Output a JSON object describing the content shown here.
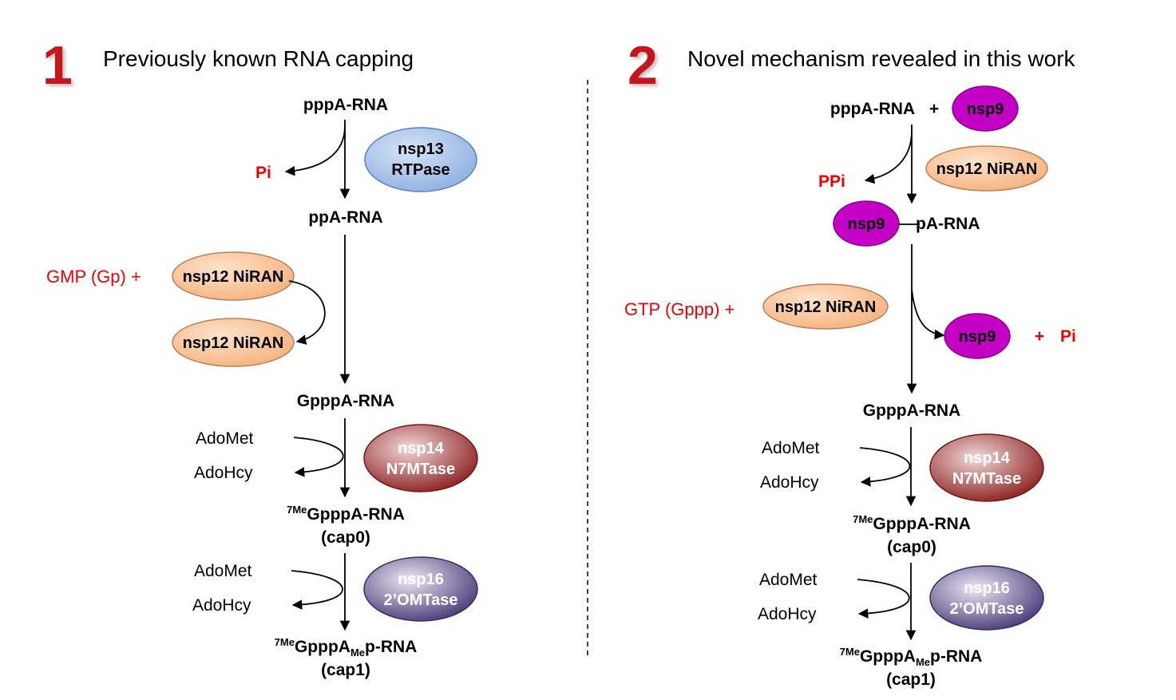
{
  "colors": {
    "number_red": "#c4161c",
    "text_red": "#ee0000",
    "nsp13_fill": "#9dbbe6",
    "niran_fill": "#f9c49a",
    "nsp14_fill": "#a33a3a",
    "nsp16_fill": "#6e5a94",
    "nsp9_fill": "#c300c3"
  },
  "panel1": {
    "number": "1",
    "heading": "Previously known RNA capping",
    "pppA": "pppA-RNA",
    "pi": "Pi",
    "nsp13": {
      "line1": "nsp13",
      "line2": "RTPase"
    },
    "ppA": "ppA-RNA",
    "gmp": "GMP (Gp) +",
    "niran_top": "nsp12 NiRAN",
    "niran_bottom": "nsp12 NiRAN",
    "gpppA": "GpppA-RNA",
    "adomet1": "AdoMet",
    "adohcy1": "AdoHcy",
    "nsp14": {
      "line1": "nsp14",
      "line2": "N7MTase"
    },
    "cap0_sup": "7Me",
    "cap0_main": "GpppA-RNA",
    "cap0_label": "(cap0)",
    "adomet2": "AdoMet",
    "adohcy2": "AdoHcy",
    "nsp16": {
      "line1": "nsp16",
      "line2": "2’OMTase"
    },
    "cap1_sup": "7Me",
    "cap1_pre": "GpppA",
    "cap1_sub": "Me",
    "cap1_post": "p-RNA",
    "cap1_label": "(cap1)"
  },
  "panel2": {
    "number": "2",
    "heading": "Novel mechanism revealed in this work",
    "pppA": "pppA-RNA",
    "plus1": "+",
    "nsp9_top": "nsp9",
    "niran_top": "nsp12 NiRAN",
    "ppi": "PPi",
    "nsp9_mid": "nsp9",
    "pA": "pA-RNA",
    "gtp": "GTP (Gppp) +",
    "niran_mid": "nsp12 NiRAN",
    "nsp9_right": "nsp9",
    "plus2": "+",
    "pi": "Pi",
    "gpppA": "GpppA-RNA",
    "adomet1": "AdoMet",
    "adohcy1": "AdoHcy",
    "nsp14": {
      "line1": "nsp14",
      "line2": "N7MTase"
    },
    "cap0_sup": "7Me",
    "cap0_main": "GpppA-RNA",
    "cap0_label": "(cap0)",
    "adomet2": "AdoMet",
    "adohcy2": "AdoHcy",
    "nsp16": {
      "line1": "nsp16",
      "line2": "2’OMTase"
    },
    "cap1_sup": "7Me",
    "cap1_pre": "GpppA",
    "cap1_sub": "Me",
    "cap1_post": "p-RNA",
    "cap1_label": "(cap1)"
  }
}
